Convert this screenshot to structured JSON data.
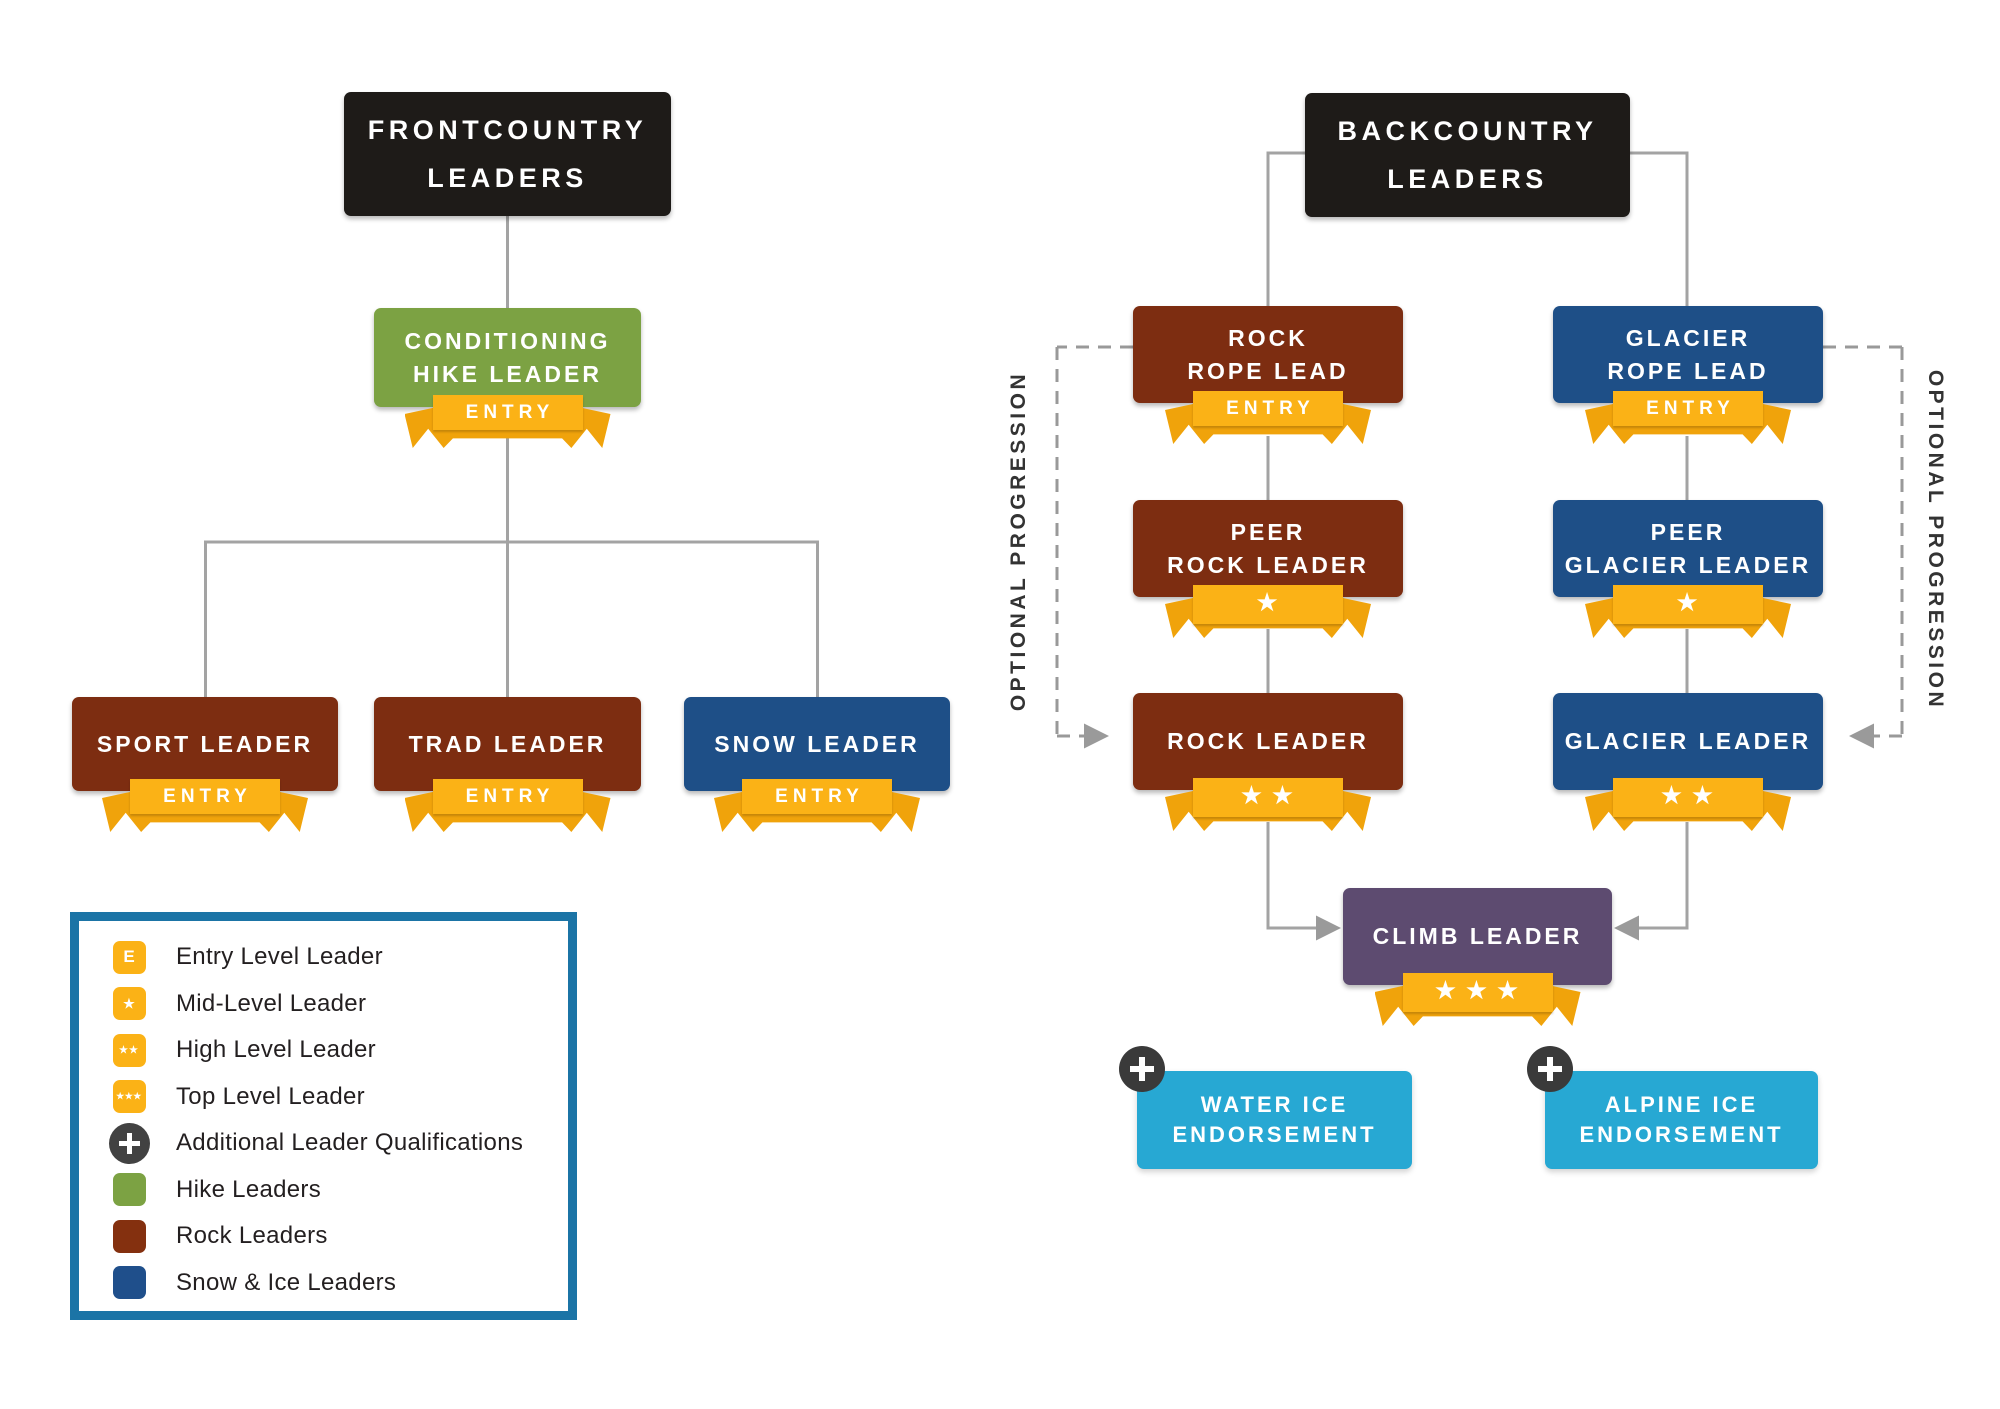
{
  "colors": {
    "black_box": "#1E1B18",
    "hike_green": "#7CA243",
    "rock_brown": "#7D2D11",
    "snow_ice_blue": "#1E4F87",
    "climb_purple": "#5D4B70",
    "endorsement_cyan": "#27A8D3",
    "ribbon_yellow": "#FBB216",
    "ribbon_yellow_dark": "#F0A30B",
    "legend_border_blue": "#1B74A6",
    "connector_gray": "#A3A3A3",
    "plus_badge_gray": "#3A3A3A",
    "text_dark": "#231F20"
  },
  "frontcountry": {
    "title": "FRONTCOUNTRY\nLEADERS"
  },
  "backcountry": {
    "title": "BACKCOUNTRY\nLEADERS"
  },
  "nodes": {
    "conditioning_hike": {
      "label": "CONDITIONING\nHIKE LEADER",
      "badge": "ENTRY"
    },
    "sport": {
      "label": "SPORT LEADER",
      "badge": "ENTRY"
    },
    "trad": {
      "label": "TRAD LEADER",
      "badge": "ENTRY"
    },
    "snow": {
      "label": "SNOW LEADER",
      "badge": "ENTRY"
    },
    "rock_rope_lead": {
      "label": "ROCK\nROPE LEAD",
      "badge": "ENTRY"
    },
    "peer_rock_leader": {
      "label": "PEER\nROCK LEADER",
      "badge": "★"
    },
    "rock_leader": {
      "label": "ROCK LEADER",
      "badge": "★ ★"
    },
    "glacier_rope_lead": {
      "label": "GLACIER\nROPE LEAD",
      "badge": "ENTRY"
    },
    "peer_glacier_leader": {
      "label": "PEER\nGLACIER LEADER",
      "badge": "★"
    },
    "glacier_leader": {
      "label": "GLACIER LEADER",
      "badge": "★ ★"
    },
    "climb_leader": {
      "label": "CLIMB LEADER",
      "badge": "★ ★ ★"
    },
    "water_ice": {
      "label": "WATER ICE\nENDORSEMENT"
    },
    "alpine_ice": {
      "label": "ALPINE ICE\nENDORSEMENT"
    }
  },
  "annotations": {
    "optional_progression_left": "OPTIONAL PROGRESSION",
    "optional_progression_right": "OPTIONAL PROGRESSION"
  },
  "legend": {
    "items": [
      {
        "icon": "entry-level-badge",
        "icon_text": "E",
        "label": "Entry Level Leader"
      },
      {
        "icon": "one-star-badge",
        "icon_text": "★",
        "label": "Mid-Level Leader"
      },
      {
        "icon": "two-star-badge",
        "icon_text": "★★",
        "label": "High Level Leader"
      },
      {
        "icon": "three-star-badge",
        "icon_text": "★★★",
        "label": "Top Level Leader"
      },
      {
        "icon": "plus-circle",
        "icon_text": "",
        "label": "Additional Leader Qualifications"
      },
      {
        "icon": "hike-color-swatch",
        "icon_text": "",
        "label": "Hike Leaders"
      },
      {
        "icon": "rock-color-swatch",
        "icon_text": "",
        "label": "Rock Leaders"
      },
      {
        "icon": "snow-ice-color-swatch",
        "icon_text": "",
        "label": "Snow & Ice Leaders"
      }
    ]
  }
}
